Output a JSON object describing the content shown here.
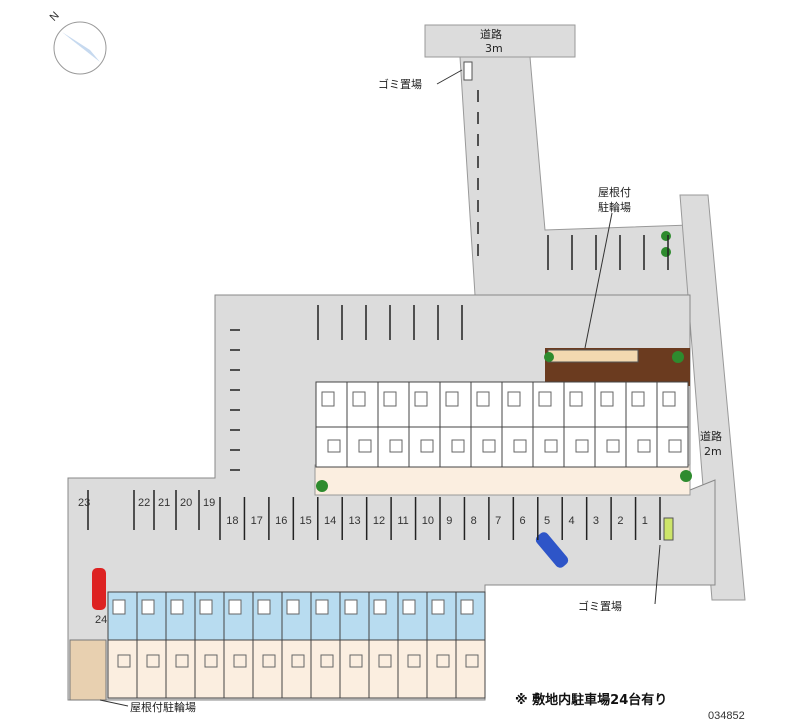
{
  "map": {
    "road_top": {
      "name": "道路",
      "width": "3m"
    },
    "road_right": {
      "name": "道路",
      "width": "2m"
    },
    "labels": {
      "garbage_top": "ゴミ置場",
      "bike_roof_top_line1": "屋根付",
      "bike_roof_top_line2": "駐輪場",
      "garbage_bottom": "ゴミ置場",
      "bike_roof_bottom": "屋根付駐輪場"
    },
    "parking_slots_row": [
      "18",
      "17",
      "16",
      "15",
      "14",
      "13",
      "12",
      "11",
      "10",
      "9",
      "8",
      "7",
      "6",
      "5",
      "4",
      "3",
      "2",
      "1"
    ],
    "parking_slots_left": [
      "23",
      "22",
      "21",
      "20",
      "19"
    ],
    "parking_slot_side": "24",
    "compass": "N",
    "colors": {
      "lot": "#dcdcdc",
      "tan": "#fbeee0",
      "blue": "#b8dcf0",
      "tree": "#2e8b2e"
    }
  },
  "footer": {
    "note": "※ 敷地内駐車場24台有り",
    "code": "034852"
  }
}
